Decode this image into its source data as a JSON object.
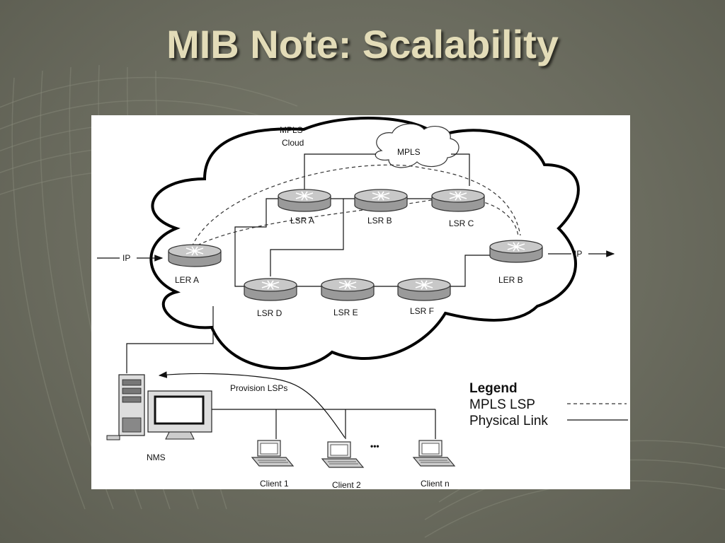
{
  "slide": {
    "title": "MIB Note: Scalability"
  },
  "diagram": {
    "cloud_label_line1": "MPLS",
    "cloud_label_line2": "Cloud",
    "inner_cloud_label": "MPLS",
    "nodes": {
      "lsr_a": "LSR A",
      "lsr_b": "LSR B",
      "lsr_c": "LSR C",
      "lsr_d": "LSR D",
      "lsr_e": "LSR E",
      "lsr_f": "LSR F",
      "ler_a": "LER A",
      "ler_b": "LER B"
    },
    "ip_in": "IP",
    "ip_out": "IP",
    "nms": "NMS",
    "provision": "Provision LSPs",
    "clients": [
      "Client 1",
      "Client 2",
      "Client n"
    ],
    "ellipsis": "•••",
    "legend": {
      "title": "Legend",
      "lsp": "MPLS LSP",
      "link": "Physical Link"
    }
  }
}
